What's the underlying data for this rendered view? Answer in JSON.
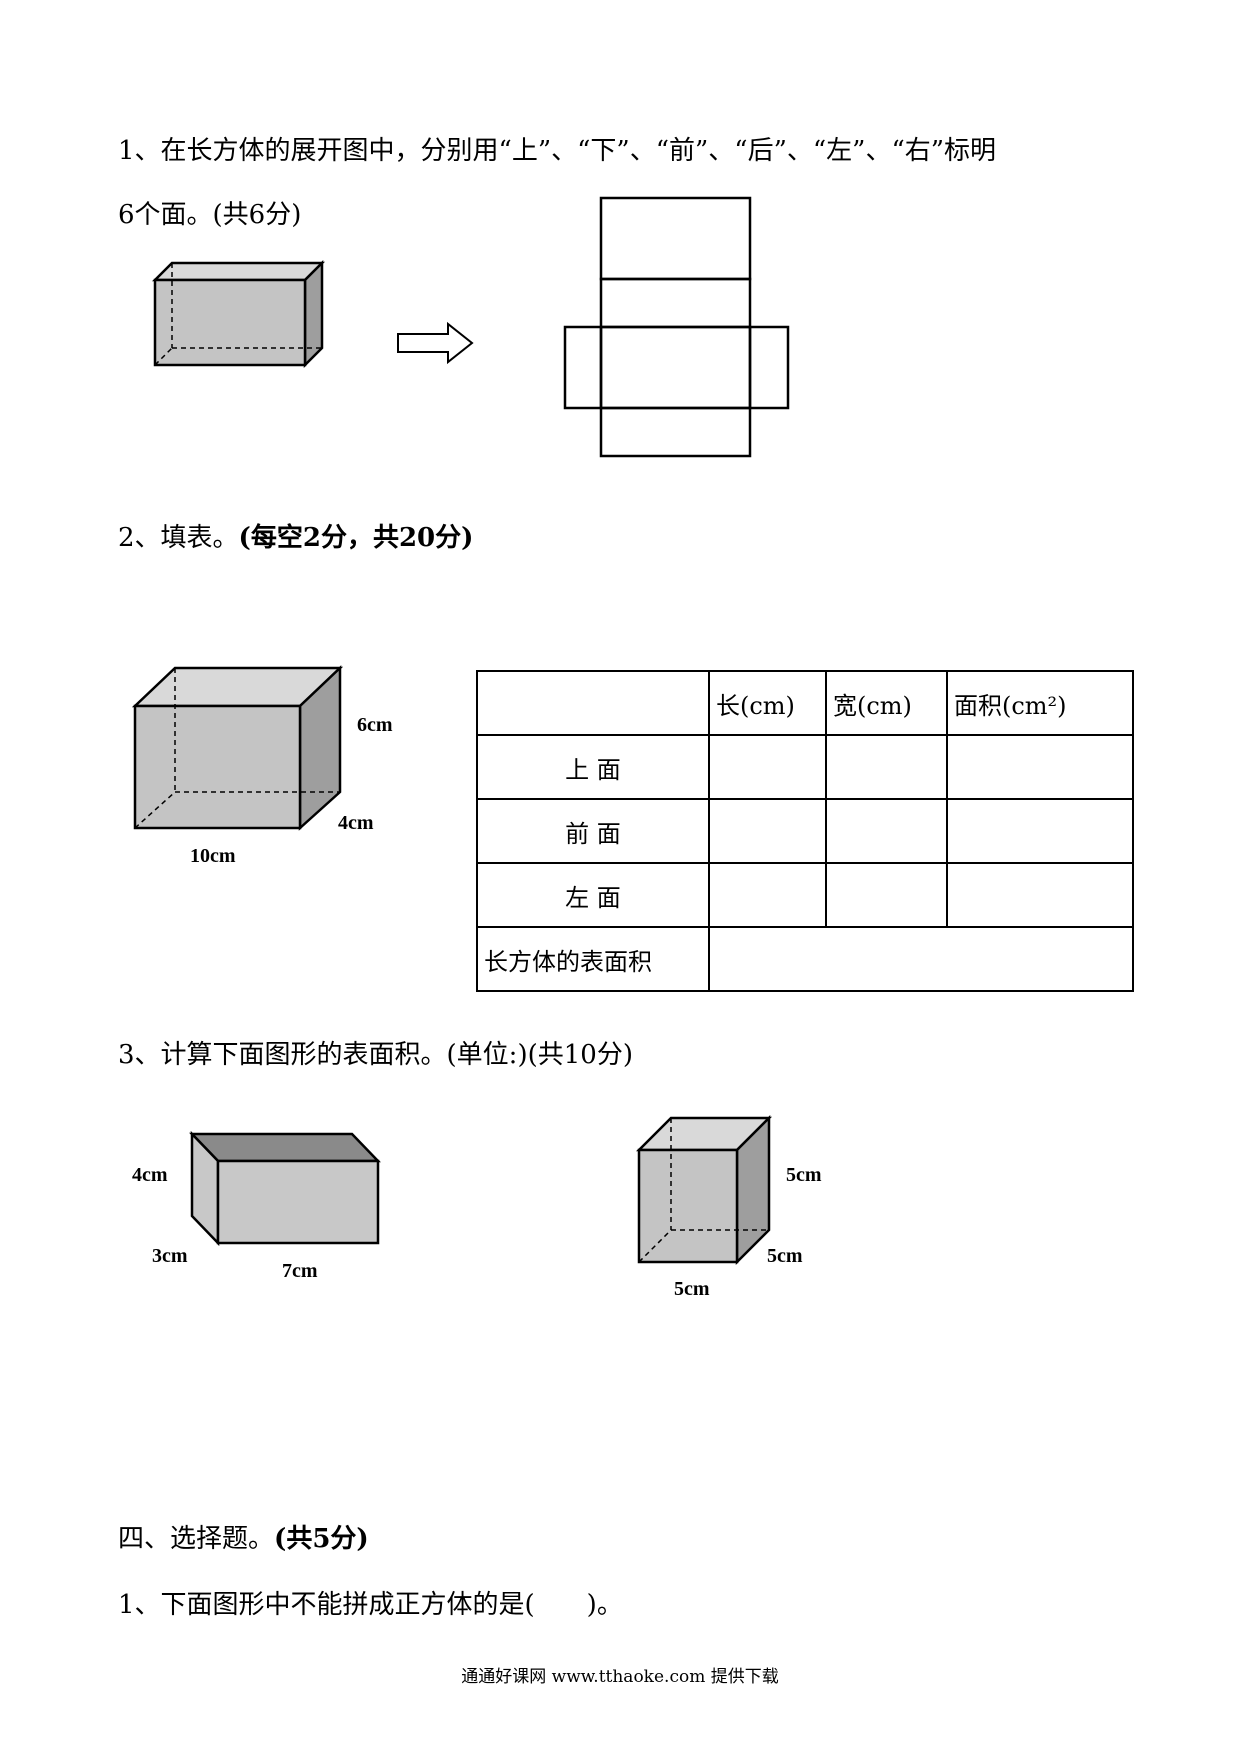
{
  "q1": {
    "line1": "1、在长方体的展开图中，分别用“上”、“下”、“前”、“后”、“左”、“右”标明",
    "line2": "6个面。(共6分)"
  },
  "q2": {
    "prefix": "2、填表。",
    "suffix": "(每空2分，共20分)",
    "labels": {
      "height": "6cm",
      "width": "4cm",
      "length": "10cm"
    },
    "table": {
      "headers": [
        "",
        "长(cm)",
        "宽(cm)",
        "面积(cm²)"
      ],
      "rows": [
        "上 面",
        "前 面",
        "左 面"
      ],
      "total": "长方体的表面积"
    }
  },
  "q3": {
    "title": "3、计算下面图形的表面积。(单位:)(共10分)",
    "fig1": {
      "height": "4cm",
      "depth": "3cm",
      "length": "7cm"
    },
    "fig2": {
      "height": "5cm",
      "depth": "5cm",
      "length": "5cm"
    }
  },
  "section4": {
    "prefix": "四、选择题。",
    "suffix": "(共5分)",
    "q1": "1、下面图形中不能拼成正方体的是(　　)。"
  },
  "footer": "通通好课网  www.tthaoke.com  提供下载"
}
